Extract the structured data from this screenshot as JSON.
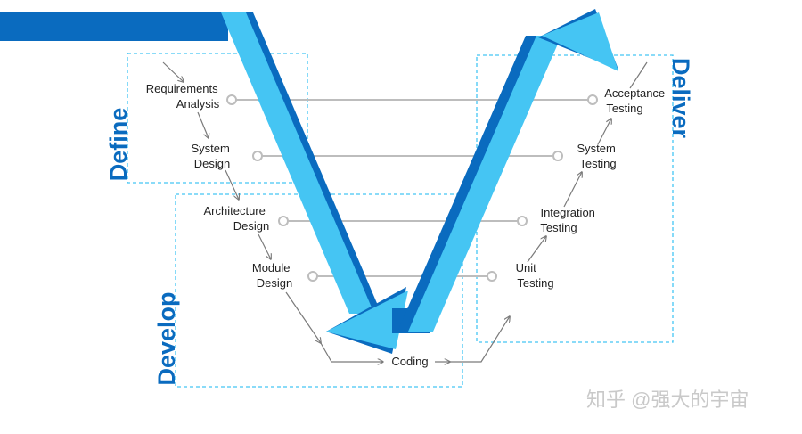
{
  "phases": {
    "define": "Define",
    "develop": "Develop",
    "deliver": "Deliver"
  },
  "steps": {
    "requirements": [
      "Requirements",
      "Analysis"
    ],
    "system_design": [
      "System",
      "Design"
    ],
    "architecture": [
      "Architecture",
      "Design"
    ],
    "module": [
      "Module",
      "Design"
    ],
    "coding": "Coding",
    "unit": [
      "Unit",
      "Testing"
    ],
    "integration": [
      "Integration",
      "Testing"
    ],
    "system_testing": [
      "System",
      "Testing"
    ],
    "acceptance": [
      "Acceptance",
      "Testing"
    ]
  },
  "watermark": "知乎 @强大的宇宙",
  "colors": {
    "dark_blue": "#0a6bbf",
    "light_blue": "#45c5f3",
    "dashed_box": "#45c5f3",
    "connector": "#bdbdbd",
    "flow_arrow": "#7a7a7a"
  }
}
